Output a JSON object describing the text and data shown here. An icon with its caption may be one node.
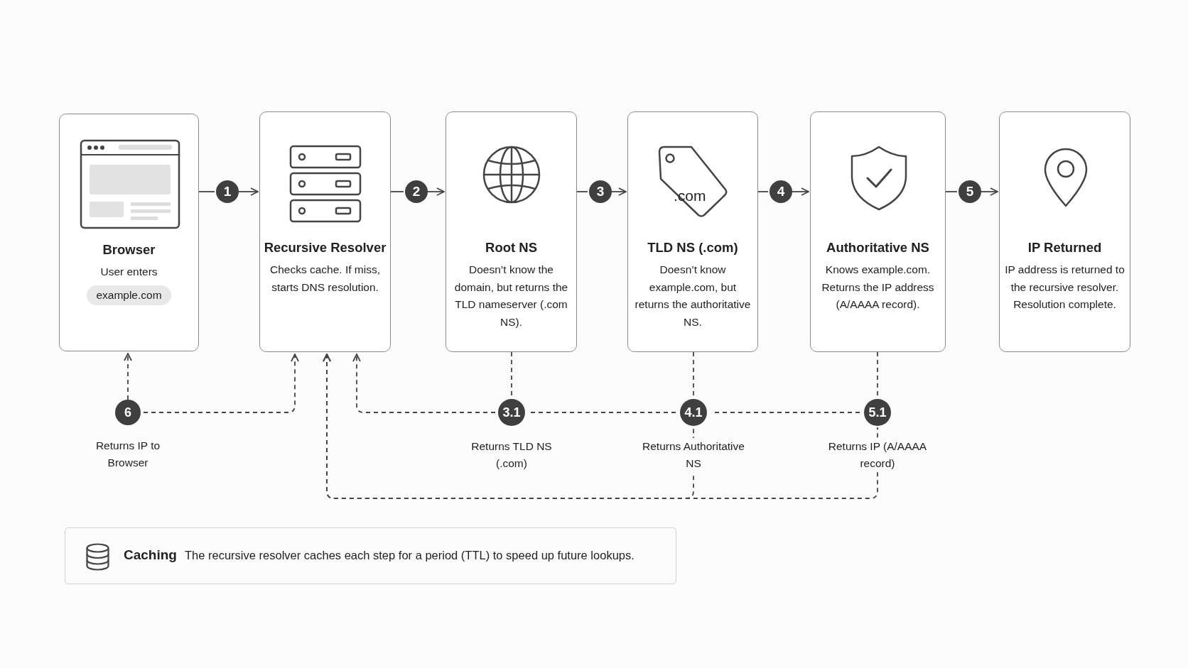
{
  "diagram": {
    "nodes": [
      {
        "text": [
          "Browser",
          "User enters",
          "example.com"
        ]
      },
      {
        "text": [
          "Recursive Resolver",
          "Checks cache. If miss, starts DNS resolution."
        ]
      },
      {
        "text": [
          "Root NS",
          "Doesn’t know the domain, but returns the TLD nameserver (.com NS)."
        ]
      },
      {
        "text": [
          "TLD NS (.com)",
          "Doesn’t know example.com, but returns the authoritative NS."
        ]
      },
      {
        "text": [
          "Authoritative NS",
          "Knows example.com. Returns the IP address (A/AAAA record)."
        ]
      },
      {
        "text": [
          "IP Returned",
          "IP address is returned to the recursive resolver. Resolution complete."
        ]
      },
      {
        "text": [
          "1"
        ]
      },
      {
        "text": [
          "2"
        ]
      },
      {
        "text": [
          "3"
        ]
      },
      {
        "text": [
          "4"
        ]
      },
      {
        "text": [
          "5"
        ]
      },
      {
        "text": [
          "6"
        ],
        "beside": [
          "Returns IP to Browser"
        ]
      },
      {
        "text": [
          "3.1"
        ],
        "beside": [
          "Returns TLD NS (.com)"
        ]
      },
      {
        "text": [
          "4.1"
        ],
        "beside": [
          "Returns Authoritative NS"
        ]
      },
      {
        "text": [
          "5.1"
        ],
        "beside": [
          "Returns IP (A/AAAA record)"
        ]
      },
      {
        "text": [
          "Caching",
          "The recursive resolver caches each step for a period (TTL) to speed up future lookups."
        ]
      }
    ],
    "edges": [
      {
        "from": 0,
        "to": 6,
        "arrow": "none"
      },
      {
        "from": 6,
        "to": 1,
        "arrow": "to"
      },
      {
        "from": 1,
        "to": 7,
        "arrow": "none"
      },
      {
        "from": 7,
        "to": 2,
        "arrow": "to"
      },
      {
        "from": 2,
        "to": 8,
        "arrow": "none"
      },
      {
        "from": 8,
        "to": 3,
        "arrow": "to"
      },
      {
        "from": 3,
        "to": 9,
        "arrow": "none"
      },
      {
        "from": 9,
        "to": 4,
        "arrow": "to"
      },
      {
        "from": 4,
        "to": 10,
        "arrow": "none"
      },
      {
        "from": 10,
        "to": 5,
        "arrow": "to"
      },
      {
        "from": 11,
        "to": 0,
        "arrow": "to",
        "style": "dashed"
      },
      {
        "from": 11,
        "to": 1,
        "arrow": "to",
        "style": "dashed"
      },
      {
        "from": 2,
        "to": 12,
        "arrow": "none",
        "style": "dashed"
      },
      {
        "from": 12,
        "to": 1,
        "arrow": "to",
        "style": "dashed"
      },
      {
        "from": 3,
        "to": 13,
        "arrow": "none",
        "style": "dashed"
      },
      {
        "from": 13,
        "to": 12,
        "arrow": "none",
        "style": "dashed"
      },
      {
        "from": 4,
        "to": 14,
        "arrow": "none",
        "style": "dashed"
      },
      {
        "from": 14,
        "to": 13,
        "arrow": "none",
        "style": "dashed"
      },
      {
        "from": 13,
        "to": 1,
        "arrow": "to",
        "style": "dashed"
      },
      {
        "from": 14,
        "to": 1,
        "arrow": "to",
        "style": "dashed"
      }
    ],
    "labels": [
      ".com"
    ]
  }
}
